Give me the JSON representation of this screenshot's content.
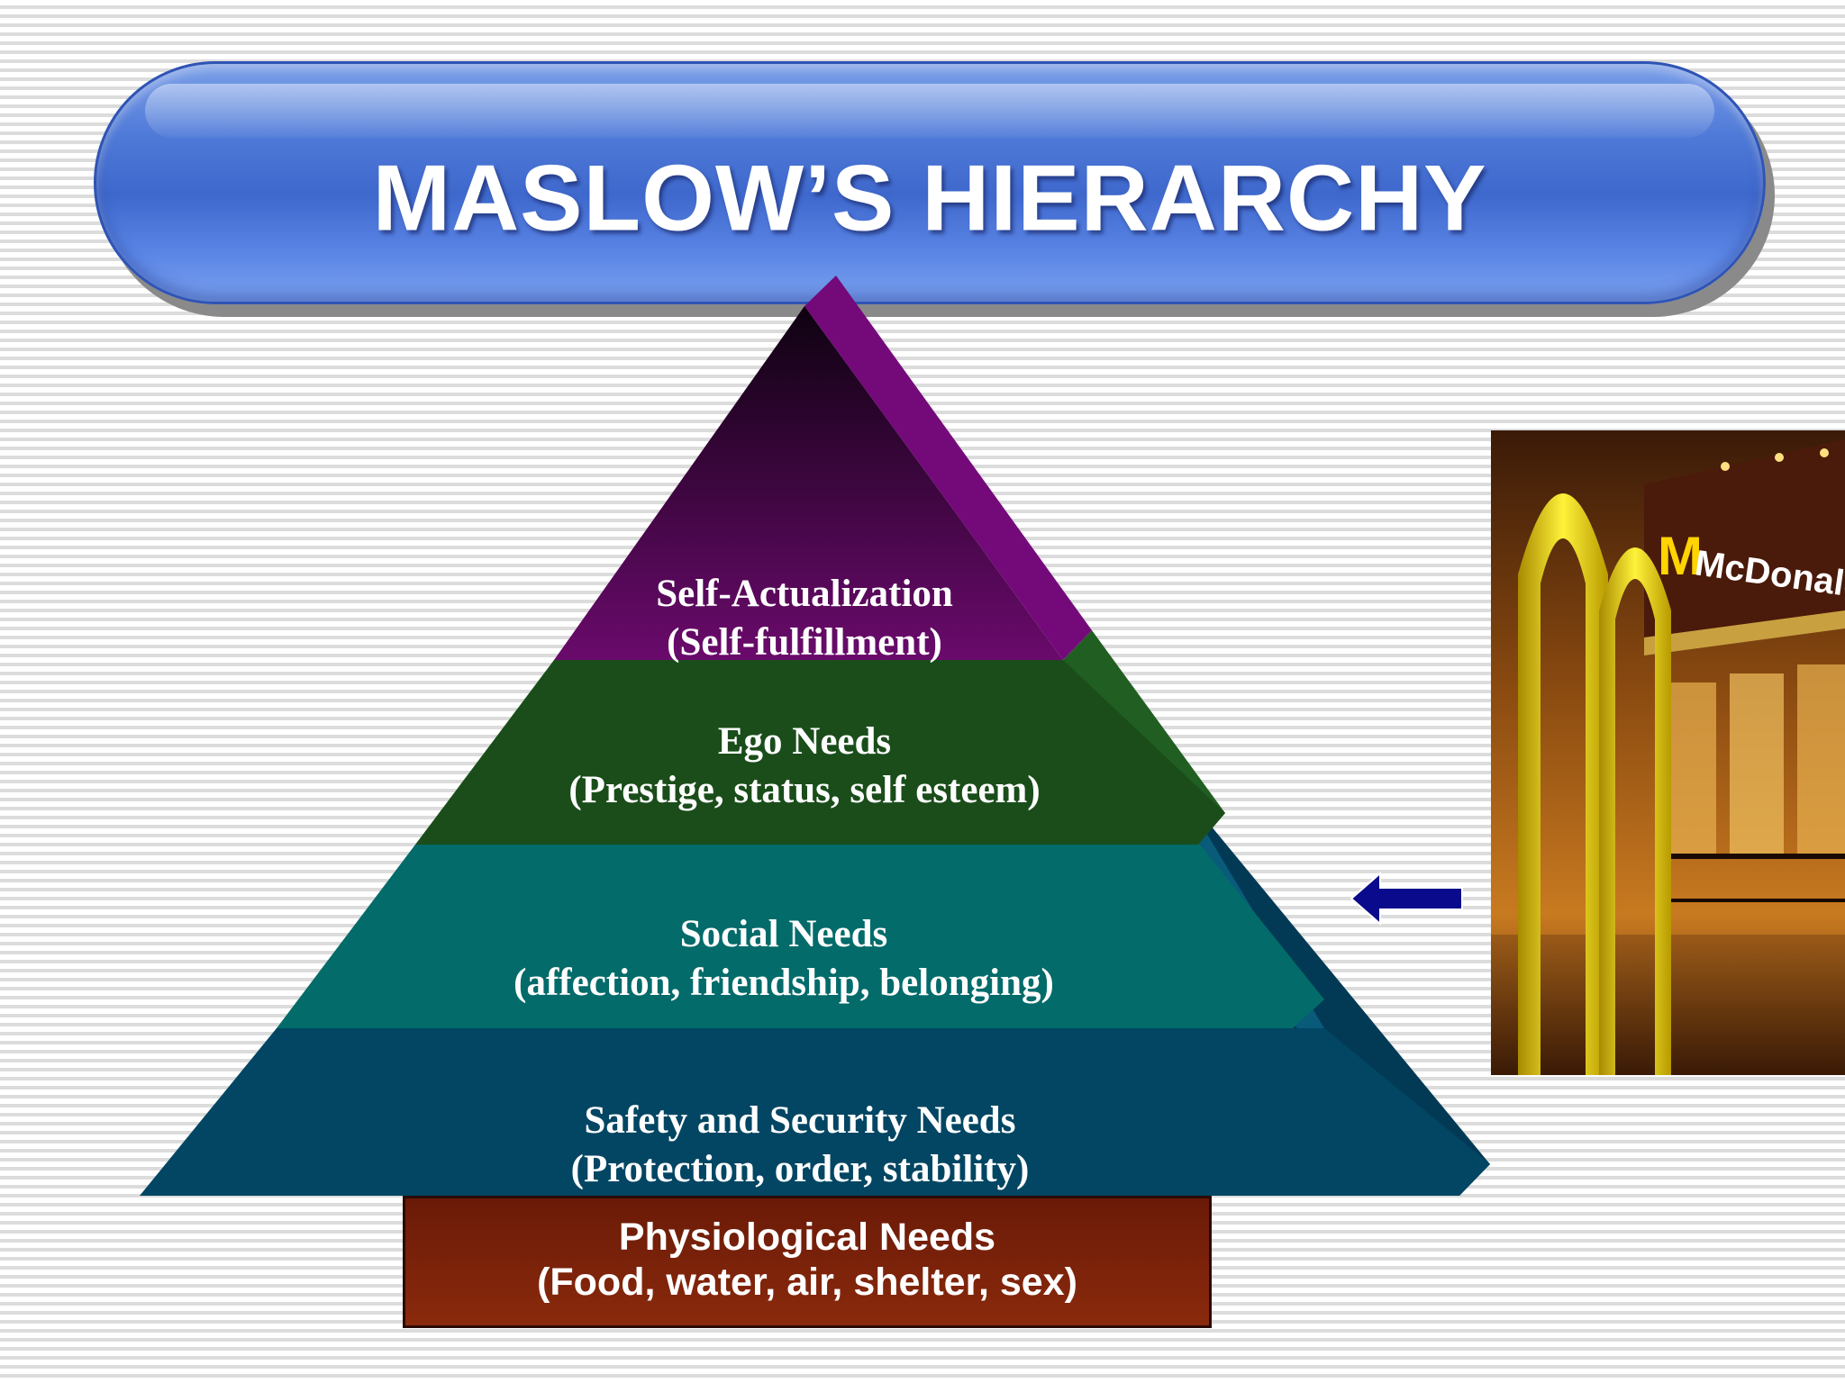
{
  "title": "MASLOW’S HIERARCHY",
  "pyramid": {
    "tiers": [
      {
        "name": "Self-Actualization",
        "detail": "(Self-fulfillment)"
      },
      {
        "name": "Ego Needs",
        "detail": "(Prestige, status, self esteem)"
      },
      {
        "name": "Social Needs",
        "detail": "(affection, friendship, belonging)"
      },
      {
        "name": "Safety and Security Needs",
        "detail": "(Protection, order, stability)"
      }
    ],
    "base": {
      "name": "Physiological Needs",
      "detail": "(Food, water, air, shelter, sex)"
    }
  },
  "photo": {
    "sign_text": "McDonald's"
  },
  "colors": {
    "banner": "#4f7ad8",
    "tier_self_actualization": "#5a0a5a",
    "tier_ego": "#1a4d1a",
    "tier_social": "#036b6a",
    "tier_safety": "#024663",
    "tier_physiological": "#7a220a",
    "arrow": "#0a0a8c"
  }
}
